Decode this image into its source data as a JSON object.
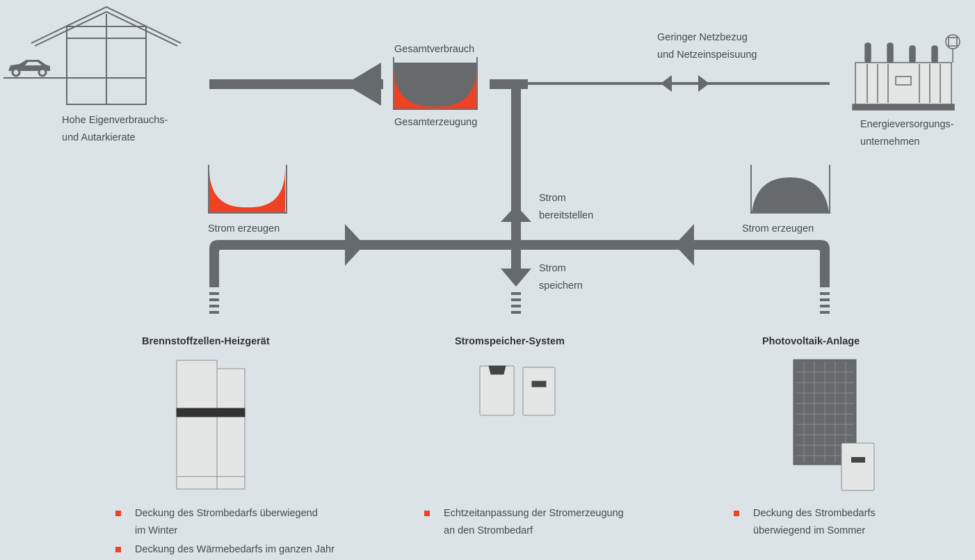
{
  "colors": {
    "background": "#dce3e7",
    "flow": "#666a6d",
    "accent": "#ef4123",
    "device": "#e4e6e6"
  },
  "labels": {
    "house": "Hohe Eigenverbrauchs-\nund Autarkierate",
    "total_consumption": "Gesamtverbrauch",
    "total_generation": "Gesamterzeugung",
    "grid_exchange": "Geringer Netzbezug\nund Netzeinspeisuung",
    "utility": "Energieversorgungs-\nunternehmen",
    "fuel_cell_generate": "Strom erzeugen",
    "pv_generate": "Strom erzeugen",
    "provide": "Strom\nbereitstellen",
    "store": "Strom\nspeichern"
  },
  "devices": {
    "fuel_cell": {
      "title": "Brennstoffzellen-Heizgerät",
      "bullets": [
        "Deckung des Strombedarfs überwiegend\nim Winter",
        "Deckung des Wärmebedarfs im ganzen Jahr"
      ]
    },
    "storage": {
      "title": "Stromspeicher-System",
      "bullets": [
        "Echtzeitanpassung der Stromerzeugung\nan den Strombedarf"
      ]
    },
    "pv": {
      "title": "Photovoltaik-Anlage",
      "bullets": [
        "Deckung des Strombedarfs\nüberwiegend im Sommer"
      ]
    }
  }
}
